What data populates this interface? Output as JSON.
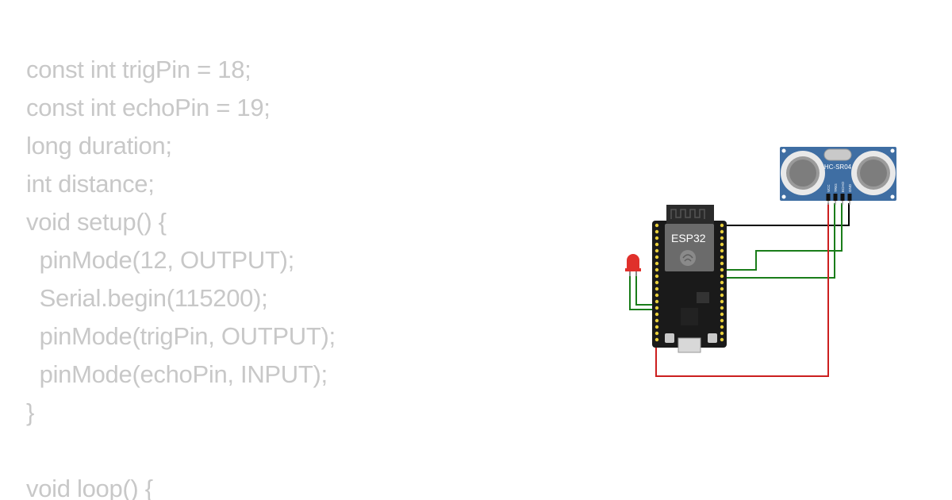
{
  "code": {
    "lines": [
      "const int trigPin = 18;",
      "const int echoPin = 19;",
      "long duration;",
      "int distance;",
      "void setup() {",
      "  pinMode(12, OUTPUT);",
      "  Serial.begin(115200);",
      "  pinMode(trigPin, OUTPUT);",
      "  pinMode(echoPin, INPUT);",
      "}",
      "",
      "void loop() {"
    ]
  },
  "circuit": {
    "board_label": "ESP32",
    "sensor_label": "HC-SR04",
    "sensor_pins": [
      "VCC",
      "TRIG",
      "ECHO",
      "GND"
    ],
    "wire_colors": {
      "gnd": "#000000",
      "signal": "#1a7d1a",
      "power": "#cc1f1f"
    },
    "board_color": "#1a1a1a",
    "sensor_color": "#3f6ea3",
    "led_color": "#e0302b"
  }
}
